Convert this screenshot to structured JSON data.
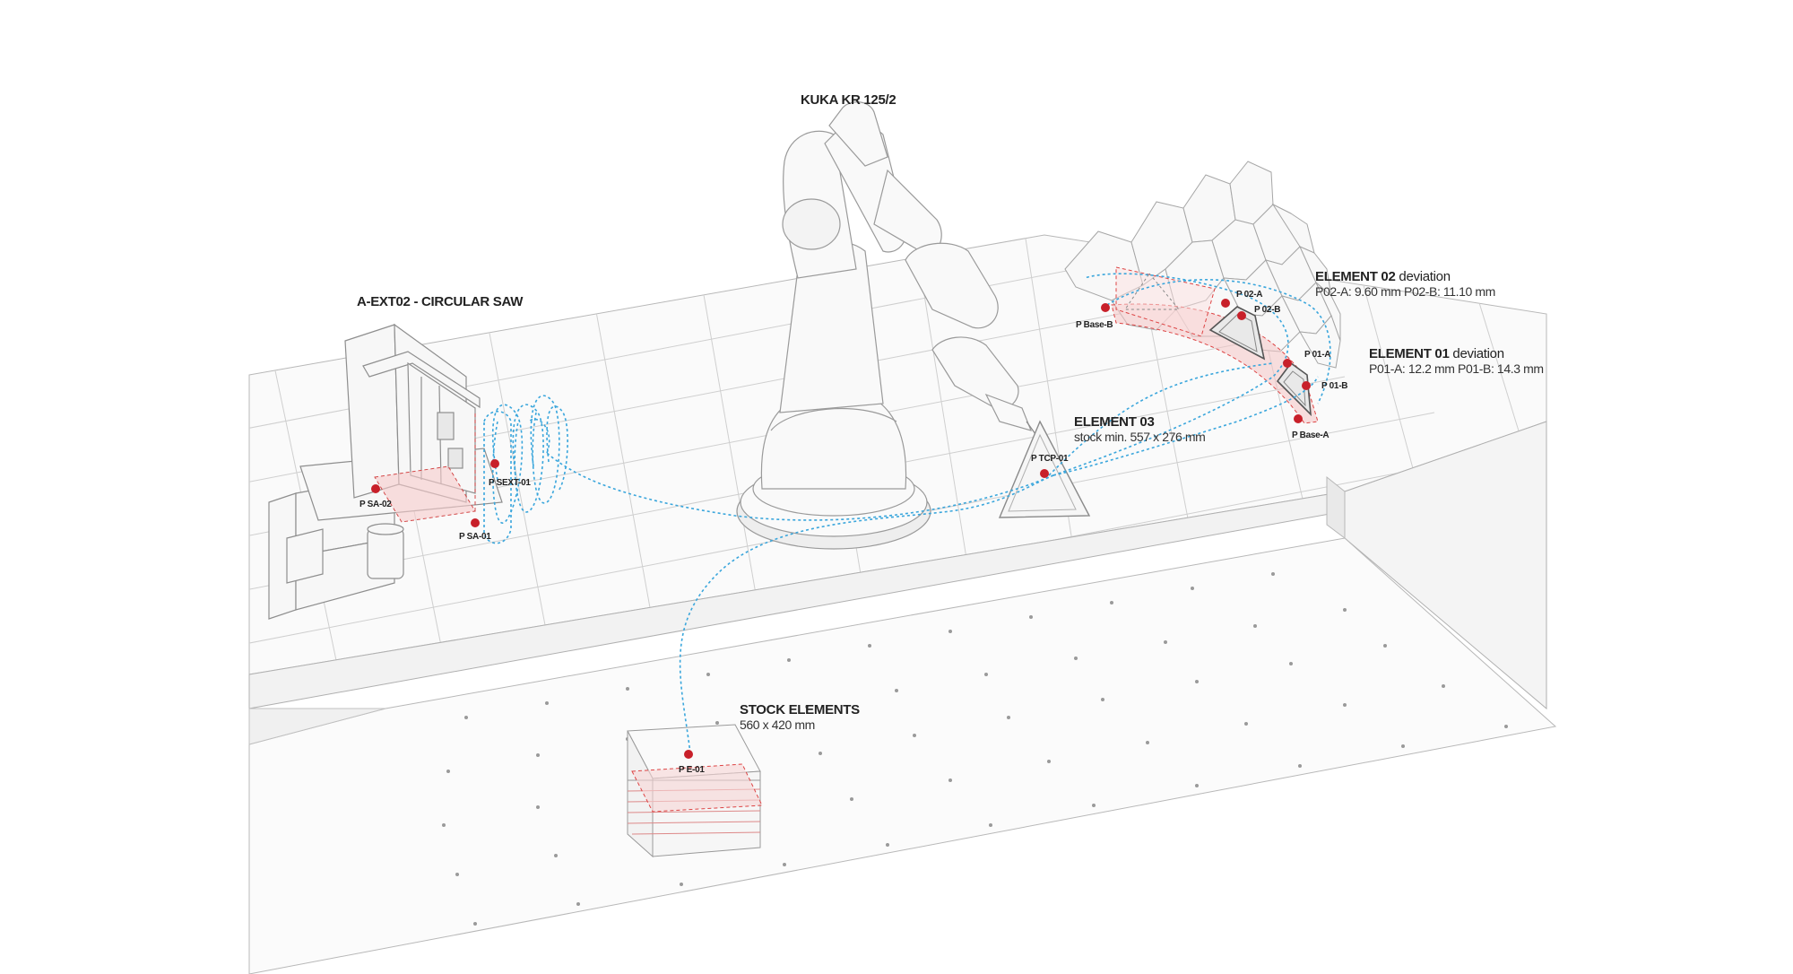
{
  "header": {
    "robot_title": "KUKA KR 125/2"
  },
  "saw": {
    "title": "A-EXT02 - CIRCULAR SAW"
  },
  "element02": {
    "title": "ELEMENT 02",
    "suffix": "deviation",
    "detail": "P02-A: 9.60 mm P02-B: 11.10 mm"
  },
  "element01": {
    "title": "ELEMENT 01",
    "suffix": "deviation",
    "detail": "P01-A: 12.2 mm P01-B: 14.3 mm"
  },
  "element03": {
    "title": "ELEMENT 03",
    "detail": "stock min. 557 x 276 mm"
  },
  "stock": {
    "title": "STOCK ELEMENTS",
    "detail": "560 x 420 mm"
  },
  "points": {
    "sa02": "P SA-02",
    "sa01": "P SA-01",
    "sext01": "P SEXT-01",
    "tcp01": "P TCP-01",
    "e01": "P E-01",
    "base_b": "P Base-B",
    "base_a": "P Base-A",
    "p02a": "P 02-A",
    "p02b": "P 02-B",
    "p01a": "P 01-A",
    "p01b": "P 01-B"
  },
  "colors": {
    "path": "#3aa6dc",
    "marker": "#c8202a",
    "grid": "#c9c9c9",
    "outline": "#8a8a8a",
    "highlight": "#e06060"
  },
  "icons": {
    "robot": "industrial-robot-arm",
    "saw": "circular-saw-station",
    "stock": "stacked-sheet-stock",
    "shell": "hexagonal-panel-shell"
  }
}
